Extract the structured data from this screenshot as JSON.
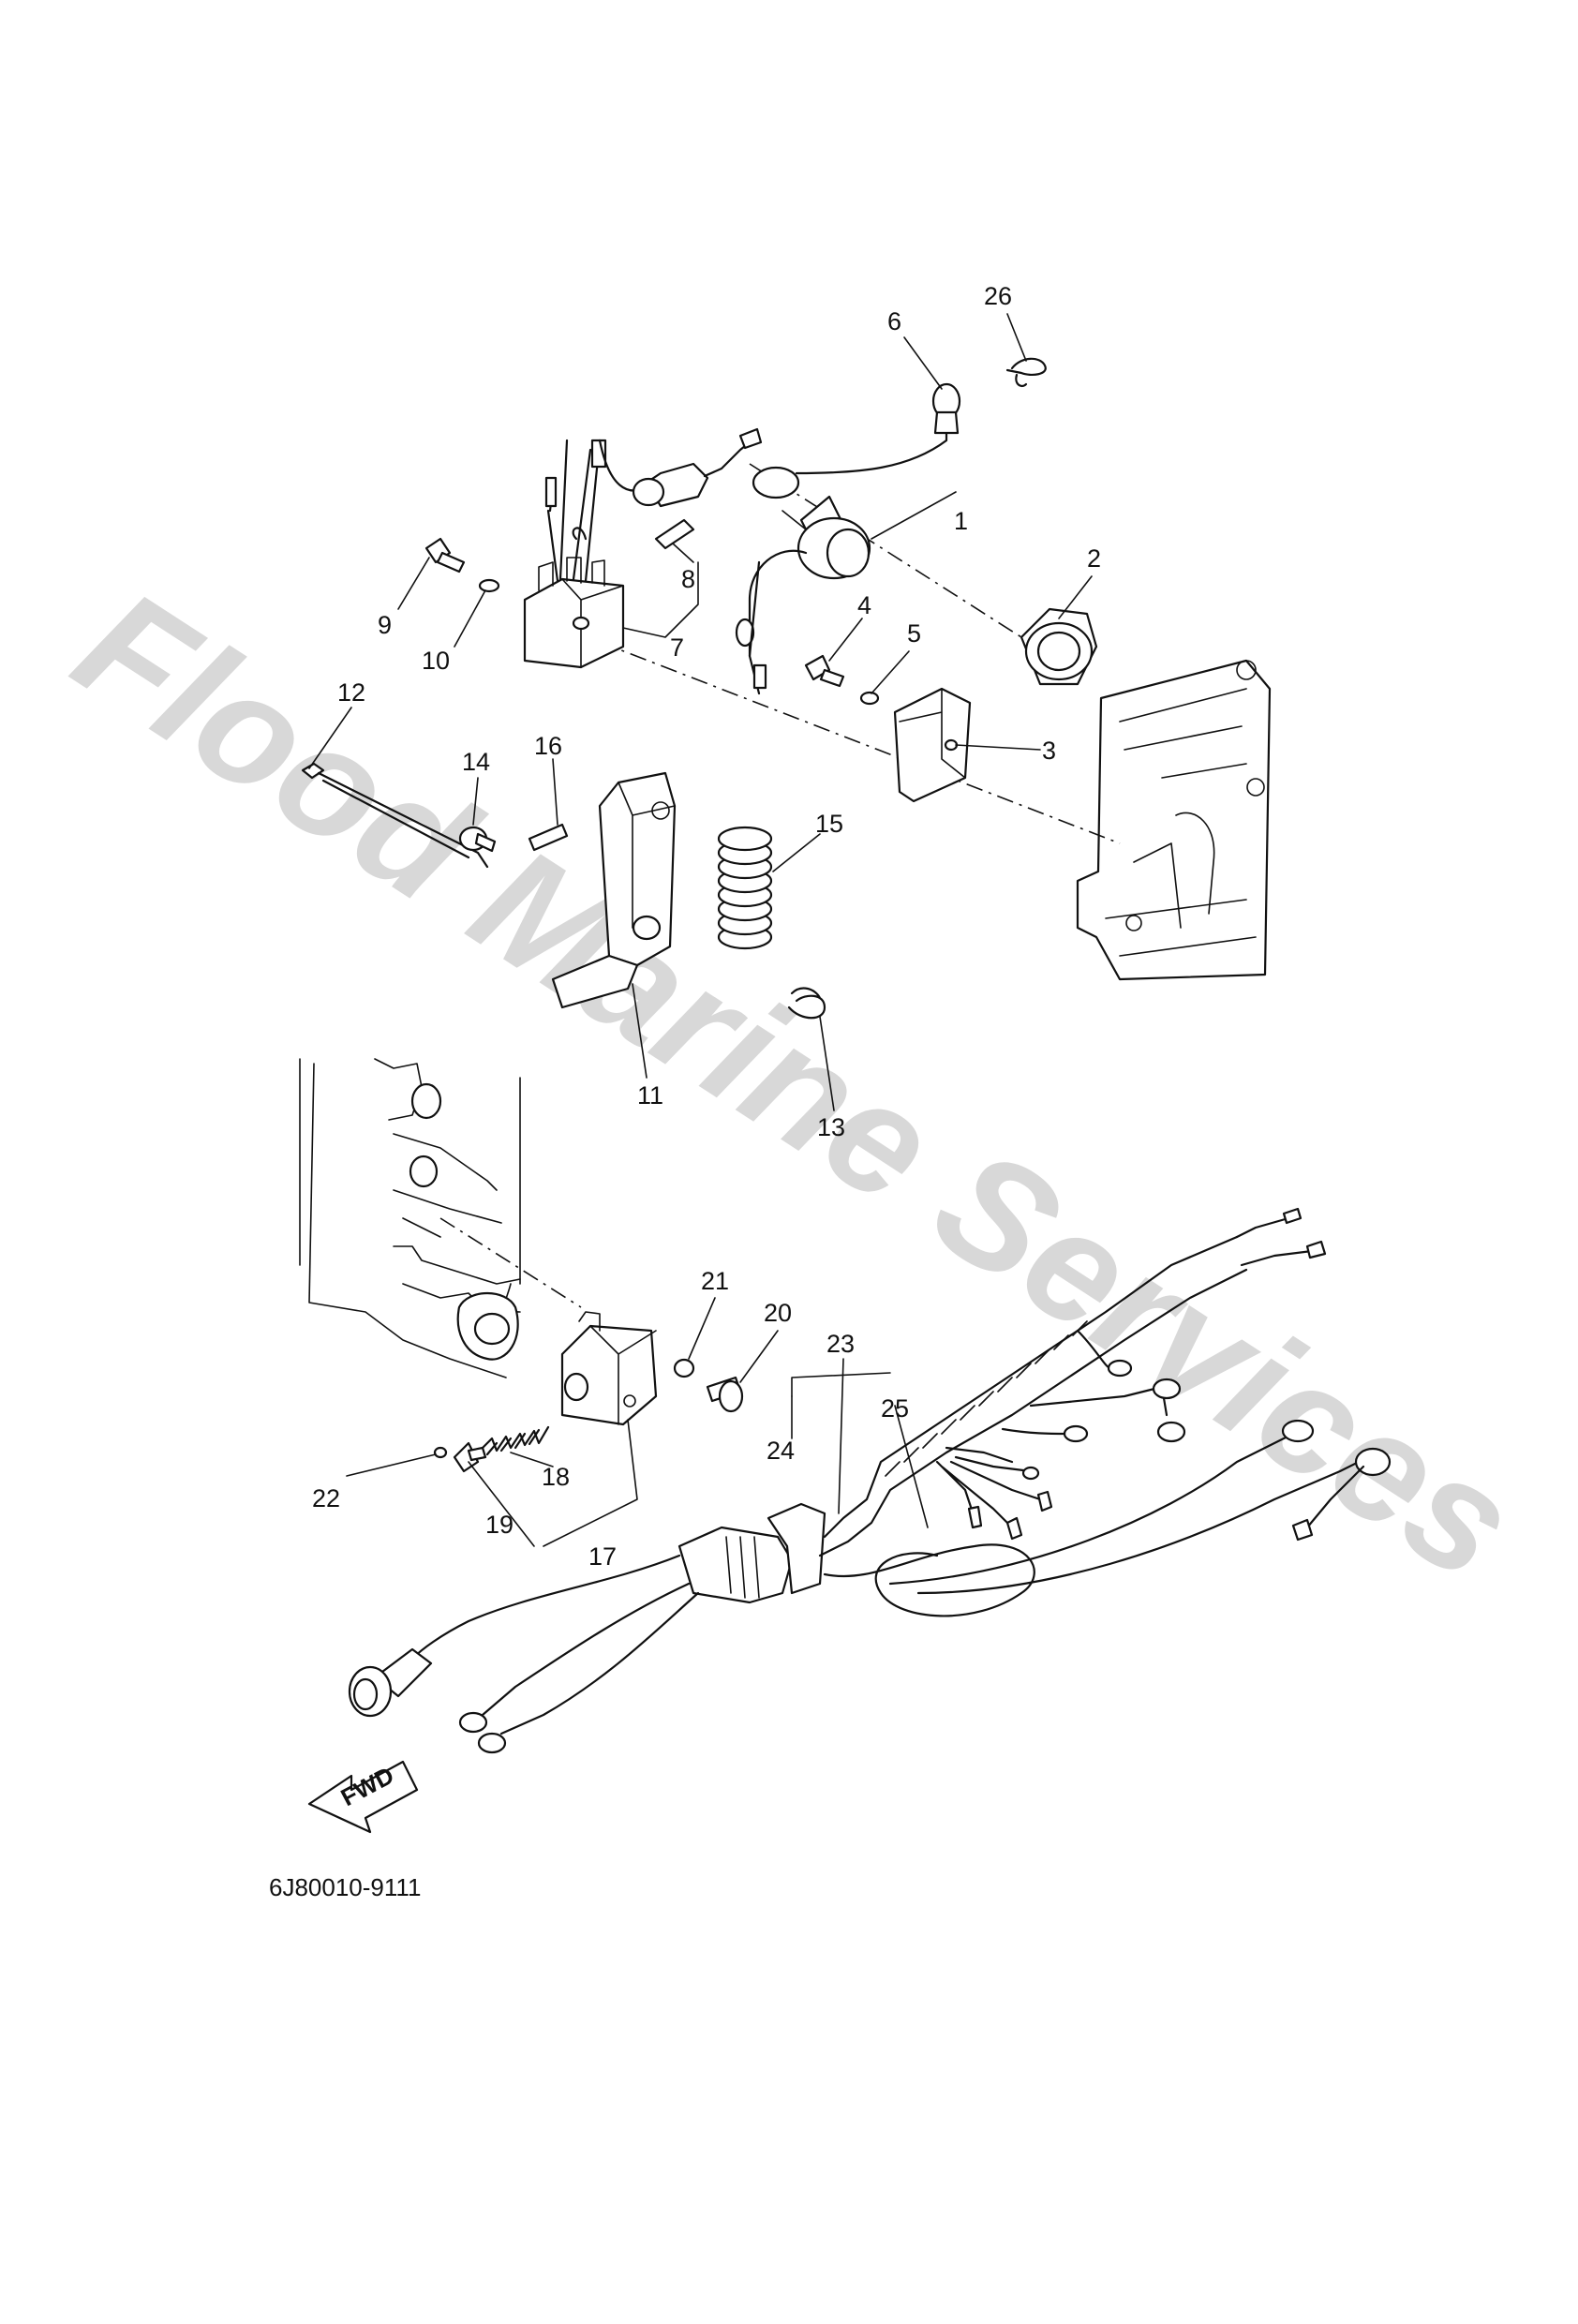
{
  "watermark": "Flood Marine Services",
  "diagram_code": "6J80010-9111",
  "fwd_label": "FWD",
  "callouts": {
    "c1": "1",
    "c2": "2",
    "c3": "3",
    "c4": "4",
    "c5": "5",
    "c6": "6",
    "c7": "7",
    "c8": "8",
    "c9": "9",
    "c10": "10",
    "c11": "11",
    "c12": "12",
    "c13": "13",
    "c14": "14",
    "c15": "15",
    "c16": "16",
    "c17": "17",
    "c18": "18",
    "c19": "19",
    "c20": "20",
    "c21": "21",
    "c22": "22",
    "c23": "23",
    "c24": "24",
    "c25": "25",
    "c26": "26"
  }
}
